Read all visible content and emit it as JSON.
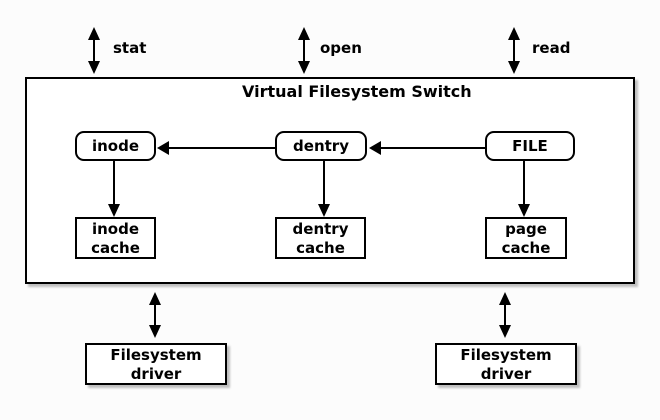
{
  "colors": {
    "background": "#fcfcfc",
    "line": "#000000",
    "box_fill": "#ffffff",
    "shadow": "#bfbfbf"
  },
  "syscalls": [
    {
      "label": "stat"
    },
    {
      "label": "open"
    },
    {
      "label": "read"
    }
  ],
  "vfs": {
    "title": "Virtual Filesystem Switch",
    "nodes": [
      {
        "label": "inode"
      },
      {
        "label": "dentry"
      },
      {
        "label": "FILE"
      }
    ],
    "caches": [
      {
        "line1": "inode",
        "line2": "cache"
      },
      {
        "line1": "dentry",
        "line2": "cache"
      },
      {
        "line1": "page",
        "line2": "cache"
      }
    ]
  },
  "drivers": [
    {
      "line1": "Filesystem",
      "line2": "driver"
    },
    {
      "line1": "Filesystem",
      "line2": "driver"
    }
  ]
}
